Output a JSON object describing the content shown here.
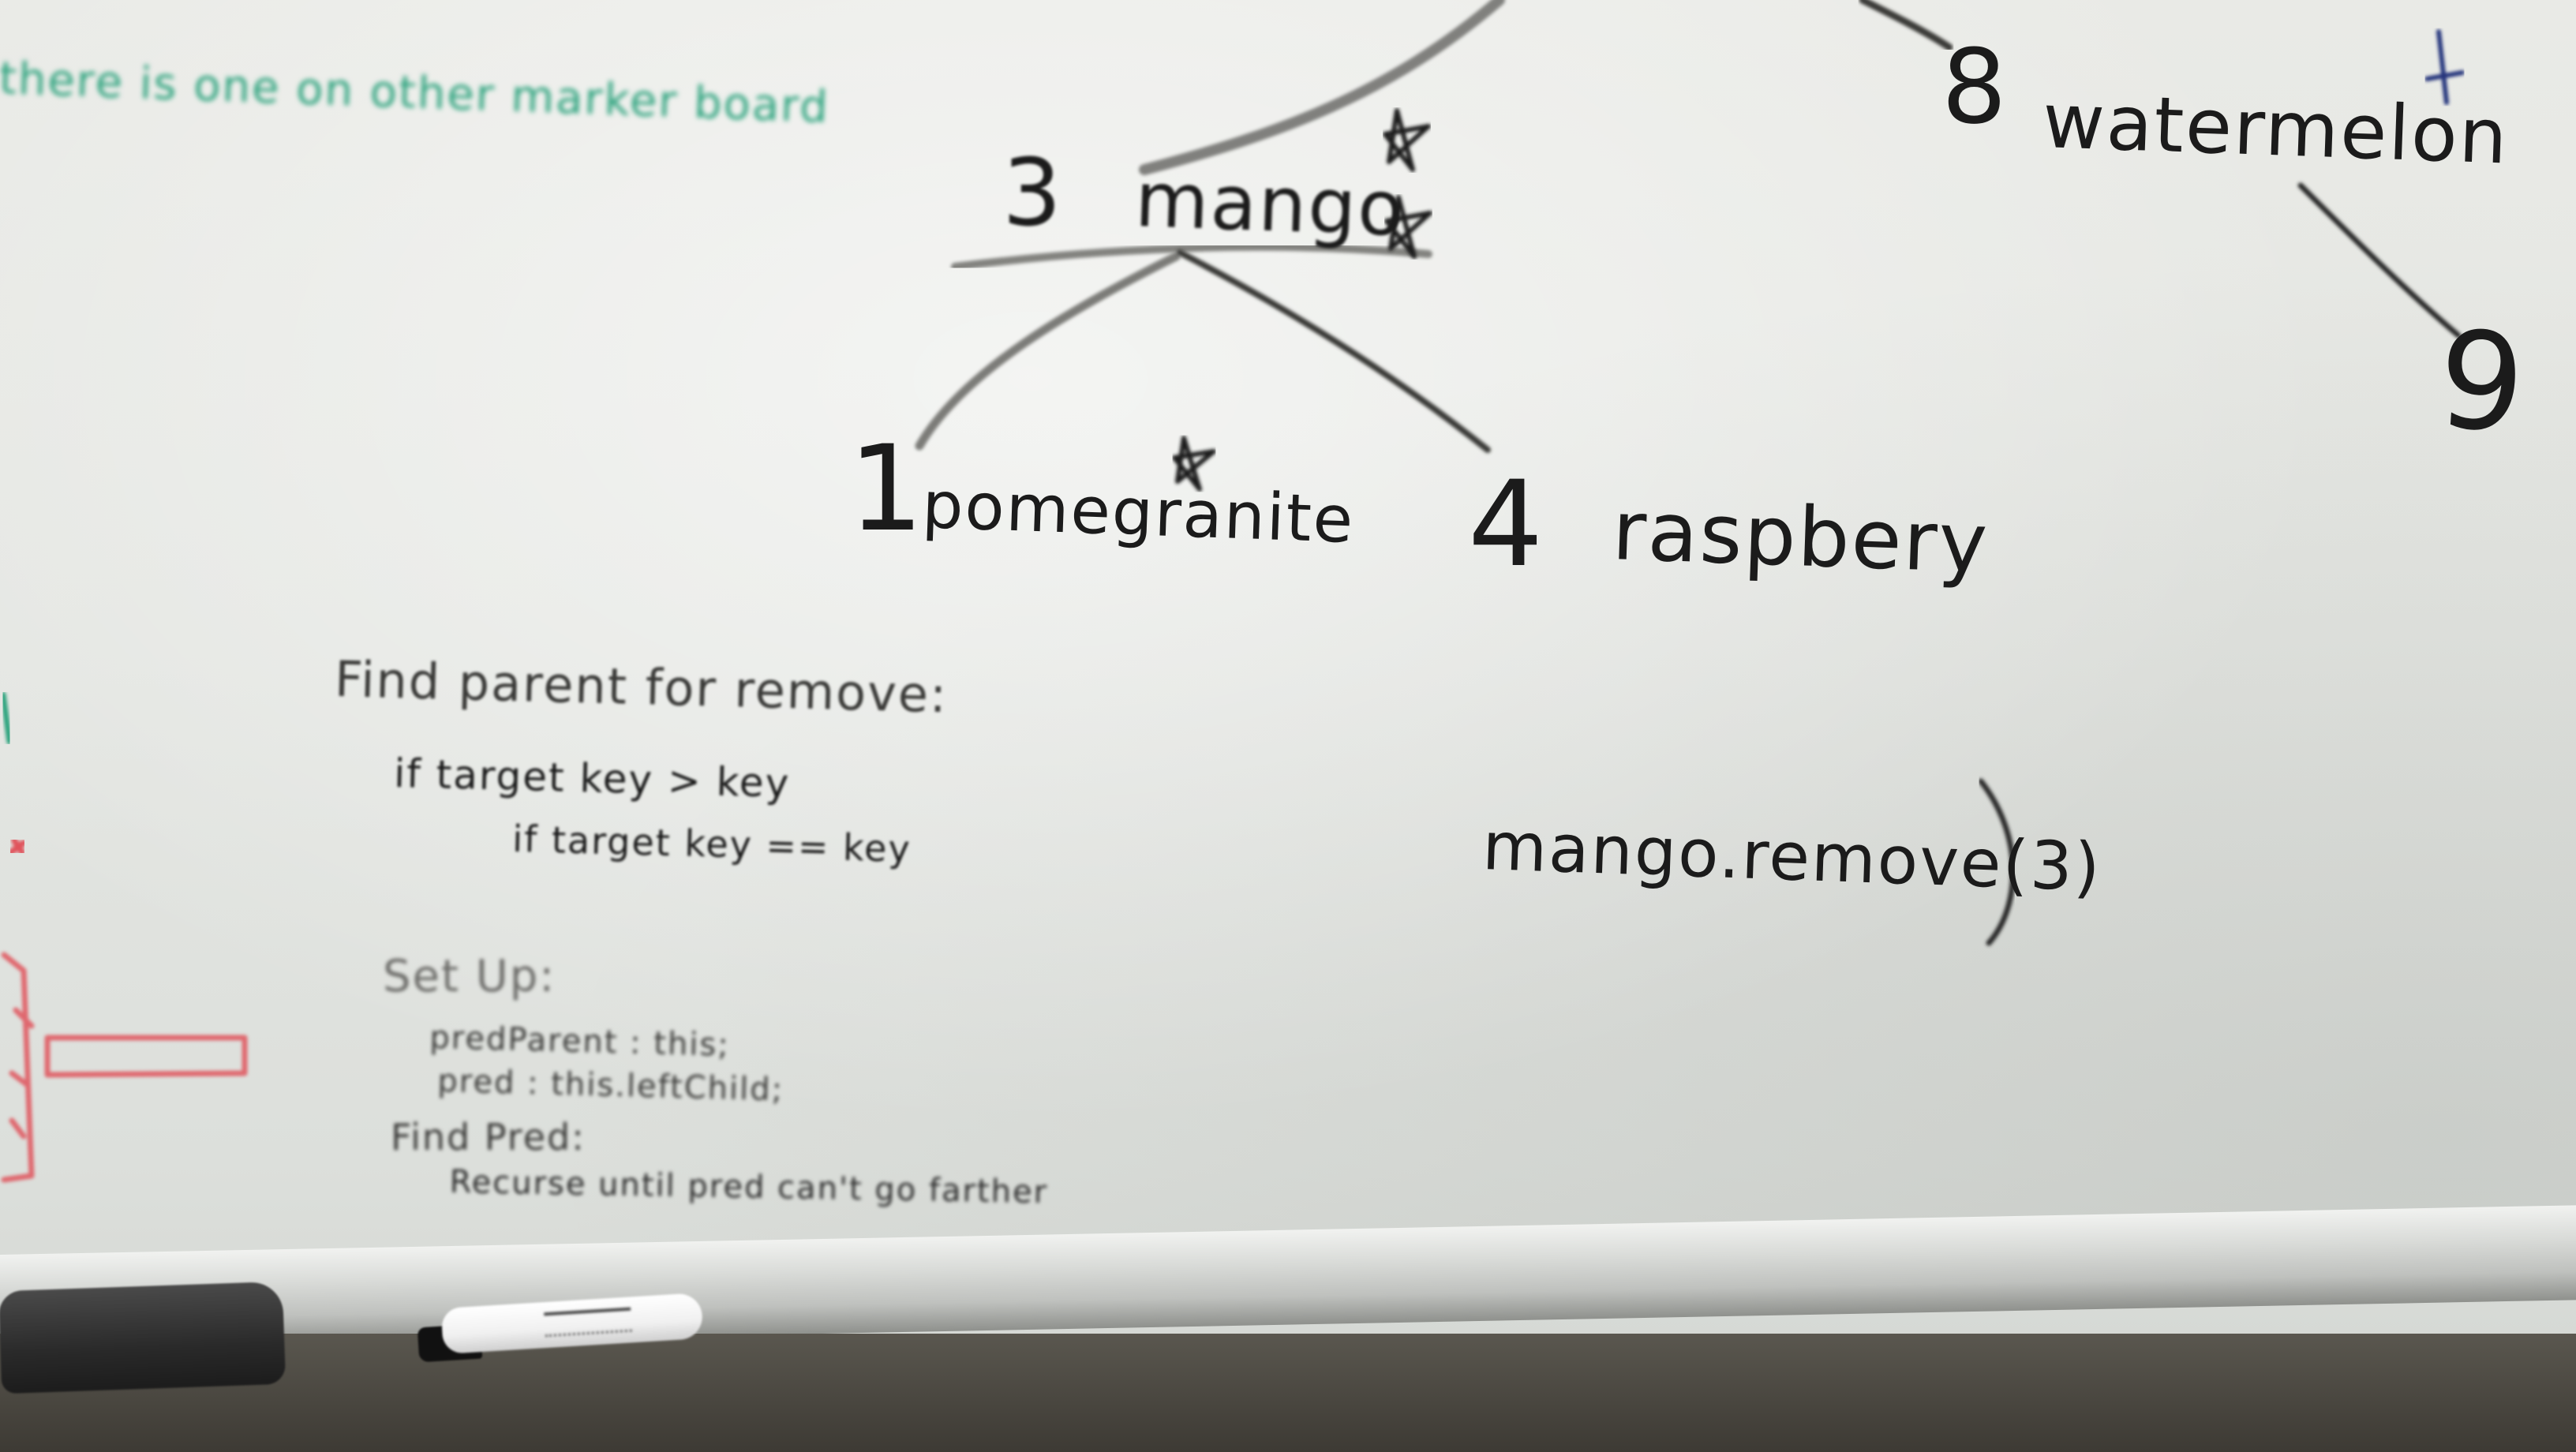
{
  "board_notes": {
    "green_note": "there is one on other marker board",
    "tree": {
      "root": {
        "key": "3",
        "value": "mango"
      },
      "left": {
        "key": "1",
        "value": "pomegranite"
      },
      "right": {
        "key": "4",
        "value": "raspbery"
      },
      "upper": {
        "key": "8",
        "value": "watermelon"
      },
      "lower_right": {
        "key": "9"
      }
    },
    "call": "mango.remove(3)",
    "find_parent": {
      "heading": "Find parent for remove:",
      "line1": "if target key > key",
      "line2": "if target key == key"
    },
    "setup": {
      "heading": "Set Up:",
      "line1": "predParent : this;",
      "line2": "pred : this.leftChild;"
    },
    "find_pred": {
      "heading": "Find Pred:",
      "line1": "Recurse until pred can't go farther"
    }
  },
  "colors": {
    "board": "#e6e7e3",
    "ink_black": "#1b1b1b",
    "ink_green": "#2aa27c",
    "ink_red": "#e0535c",
    "ink_blue": "#22307a",
    "tray": "#c9cbc7",
    "wall": "#47443d"
  }
}
